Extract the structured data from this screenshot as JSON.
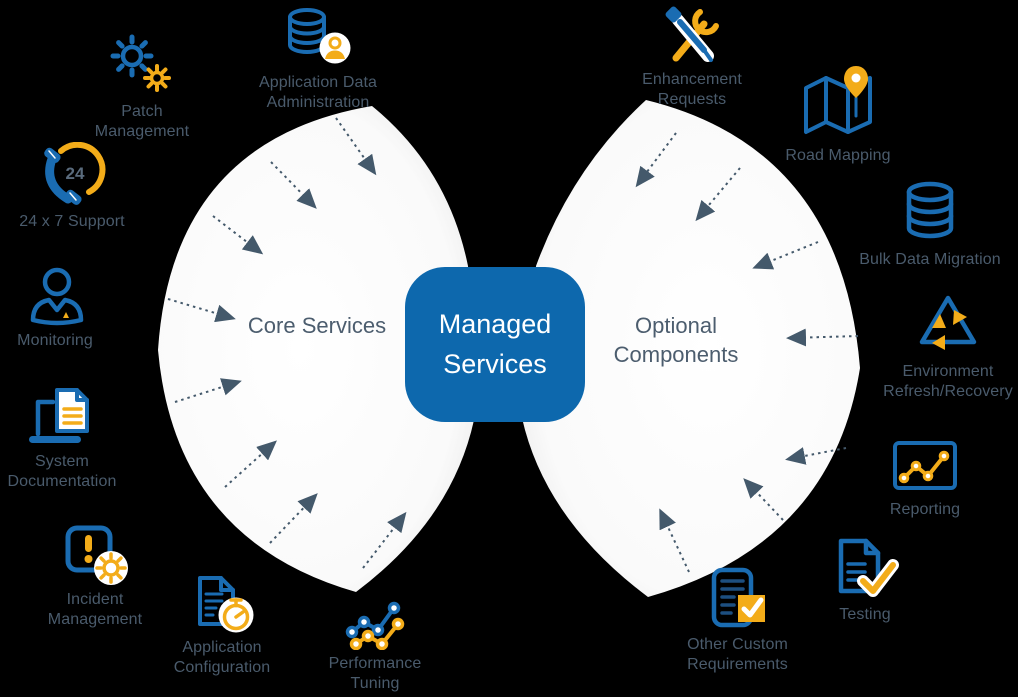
{
  "colors": {
    "background": "#000000",
    "icon_blue": "#1a6cb2",
    "icon_yellow": "#f3ac19",
    "label_slate": "#4a5b6c",
    "center_box_blue": "#0d68ad",
    "center_box_text": "#ffffff",
    "fan_fill": "#ffffff",
    "fan_edge": "#e2e2e2",
    "arrow_color": "#44596b"
  },
  "center_box": {
    "label": "Managed Services"
  },
  "left_fan": {
    "label": "Core Services"
  },
  "right_fan": {
    "label": "Optional Components"
  },
  "core_services": {
    "items": [
      {
        "label": "Patch Management",
        "icon": "gears-icon"
      },
      {
        "label": "Application Data Administration",
        "icon": "database-user-icon"
      },
      {
        "label": "24 x 7 Support",
        "icon": "phone-24-icon",
        "badge": "24"
      },
      {
        "label": "Monitoring",
        "icon": "person-icon"
      },
      {
        "label": "System Documentation",
        "icon": "laptop-document-icon"
      },
      {
        "label": "Incident Management",
        "icon": "alert-gear-icon"
      },
      {
        "label": "Application Configuration",
        "icon": "document-stopwatch-icon"
      },
      {
        "label": "Performance Tuning",
        "icon": "line-graph-icon"
      }
    ]
  },
  "optional_components": {
    "items": [
      {
        "label": "Enhancement Requests",
        "icon": "wrench-screwdriver-icon"
      },
      {
        "label": "Road Mapping",
        "icon": "map-pin-icon"
      },
      {
        "label": "Bulk Data Migration",
        "icon": "database-icon"
      },
      {
        "label": "Environment Refresh/Recovery",
        "icon": "recycle-icon"
      },
      {
        "label": "Reporting",
        "icon": "chart-icon"
      },
      {
        "label": "Testing",
        "icon": "document-check-icon"
      },
      {
        "label": "Other Custom Requirements",
        "icon": "clipboard-check-icon"
      }
    ]
  }
}
